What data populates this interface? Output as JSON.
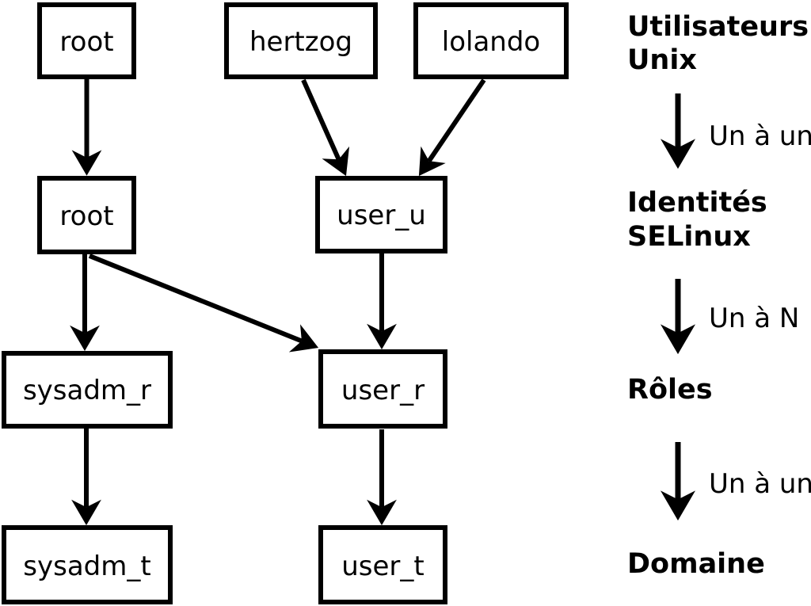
{
  "diagram": {
    "colors": {
      "ink": "#000000",
      "background": "#ffffff"
    },
    "nodes": {
      "unix_root": {
        "label": "root"
      },
      "unix_hertzog": {
        "label": "hertzog"
      },
      "unix_lolando": {
        "label": "lolando"
      },
      "selinux_root": {
        "label": "root"
      },
      "selinux_user_u": {
        "label": "user_u"
      },
      "role_sysadm_r": {
        "label": "sysadm_r"
      },
      "role_user_r": {
        "label": "user_r"
      },
      "domain_sysadm_t": {
        "label": "sysadm_t"
      },
      "domain_user_t": {
        "label": "user_t"
      }
    },
    "edges": [
      {
        "from": "root (unix)",
        "to": "root (selinux)"
      },
      {
        "from": "hertzog",
        "to": "user_u"
      },
      {
        "from": "lolando",
        "to": "user_u"
      },
      {
        "from": "root (selinux)",
        "to": "sysadm_r"
      },
      {
        "from": "root (selinux)",
        "to": "user_r"
      },
      {
        "from": "user_u",
        "to": "user_r"
      },
      {
        "from": "sysadm_r",
        "to": "sysadm_t"
      },
      {
        "from": "user_r",
        "to": "user_t"
      }
    ],
    "legend": {
      "unix_users": {
        "line1": "Utilisateurs",
        "line2": "Unix"
      },
      "rel_unix_selinux": "Un à un",
      "selinux_identities": {
        "line1": "Identités",
        "line2": "SELinux"
      },
      "rel_selinux_roles": "Un à N",
      "roles": "Rôles",
      "rel_roles_domain": "Un à un",
      "domain": "Domaine"
    }
  }
}
